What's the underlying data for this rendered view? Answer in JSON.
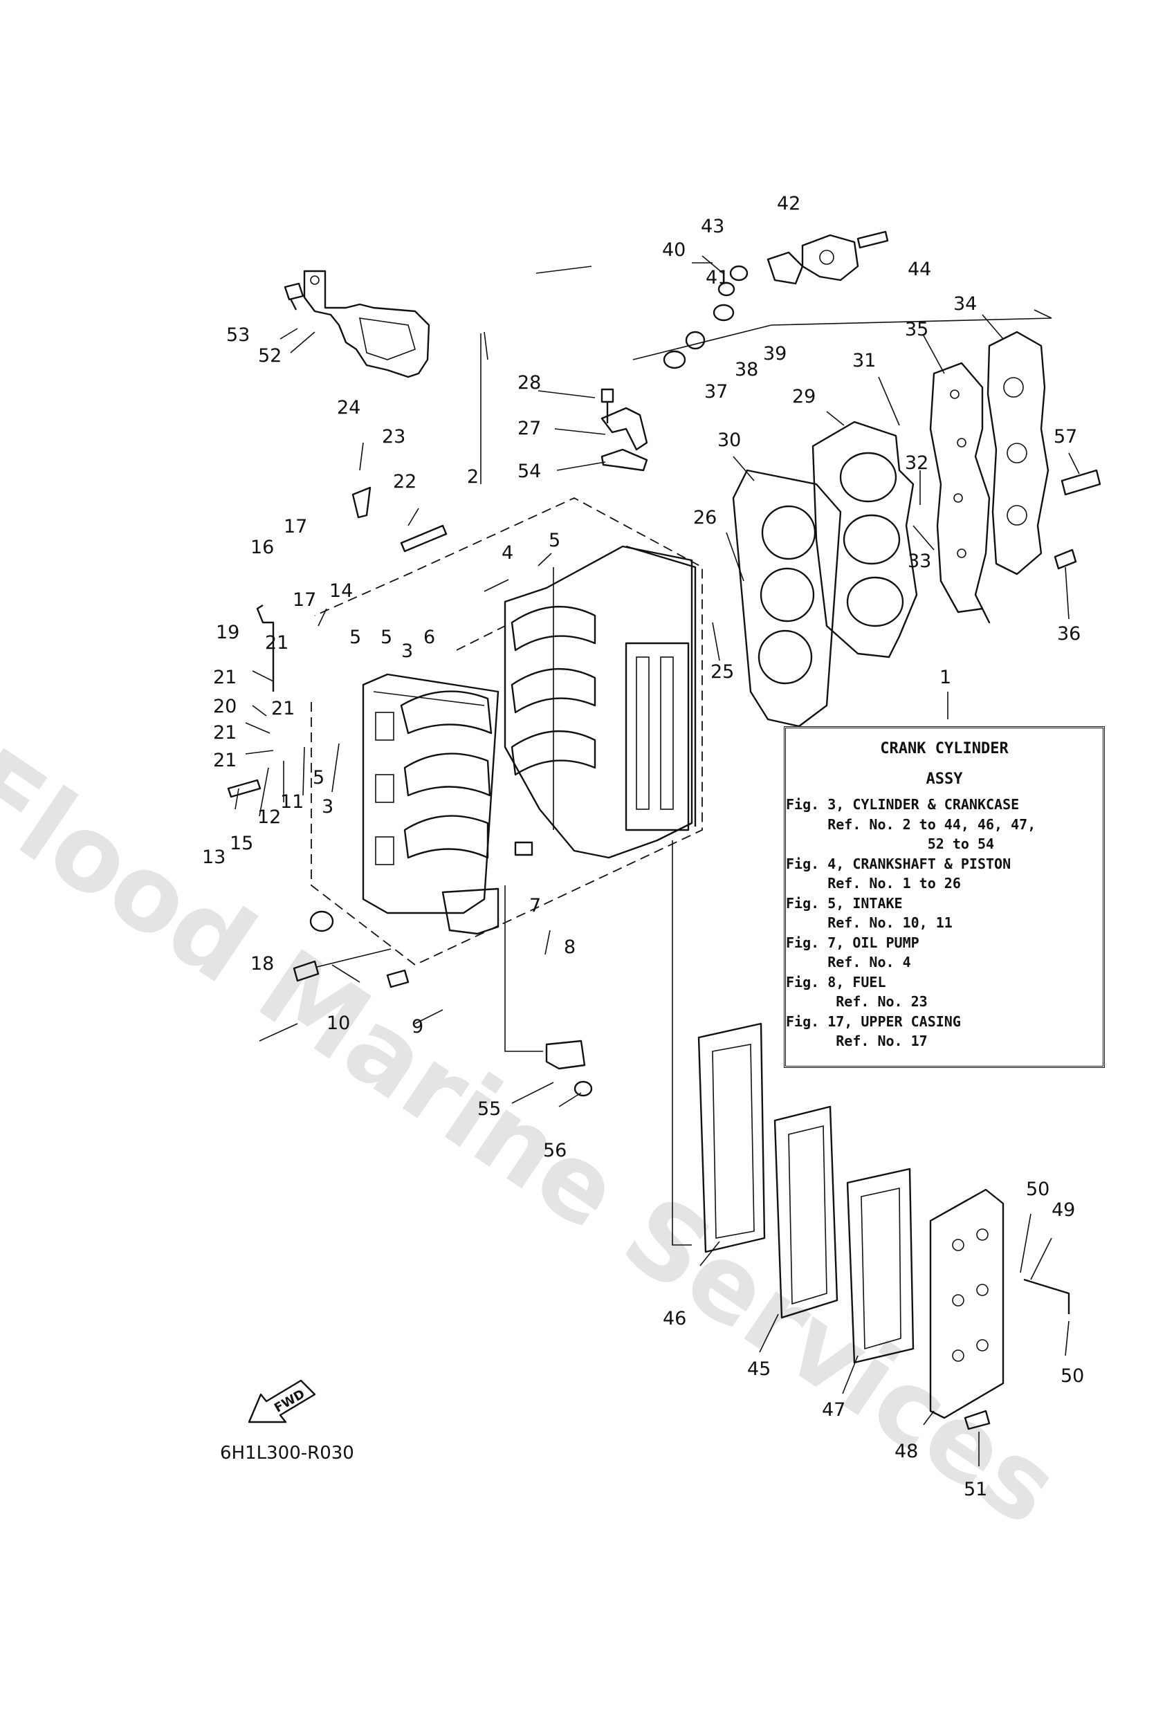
{
  "watermark": "Flood Marine Services",
  "figure_code": "6H1L300-R030",
  "fwd_label": "FWD",
  "info_box": {
    "title": "CRANK CYLINDER",
    "subtitle": "ASSY",
    "lines": [
      "Fig. 3, CYLINDER & CRANKCASE",
      "     Ref. No. 2 to 44, 46, 47,",
      "                 52 to 54",
      "Fig. 4, CRANKSHAFT & PISTON",
      "     Ref. No. 1 to 26",
      "Fig. 5, INTAKE",
      "     Ref. No. 10, 11",
      "Fig. 7, OIL PUMP",
      "     Ref. No. 4",
      "Fig. 8, FUEL",
      "      Ref. No. 23",
      "Fig. 17, UPPER CASING",
      "      Ref. No. 17"
    ]
  },
  "callouts": [
    "1",
    "2",
    "3",
    "3",
    "4",
    "5",
    "5",
    "5",
    "5",
    "6",
    "7",
    "8",
    "9",
    "10",
    "11",
    "12",
    "13",
    "14",
    "15",
    "16",
    "17",
    "17",
    "18",
    "19",
    "20",
    "21",
    "21",
    "21",
    "21",
    "21",
    "22",
    "23",
    "24",
    "25",
    "26",
    "27",
    "28",
    "29",
    "30",
    "31",
    "32",
    "33",
    "34",
    "35",
    "36",
    "37",
    "38",
    "39",
    "40",
    "41",
    "42",
    "43",
    "44",
    "45",
    "46",
    "47",
    "48",
    "49",
    "50",
    "50",
    "51",
    "52",
    "53",
    "54",
    "55",
    "56",
    "57"
  ]
}
